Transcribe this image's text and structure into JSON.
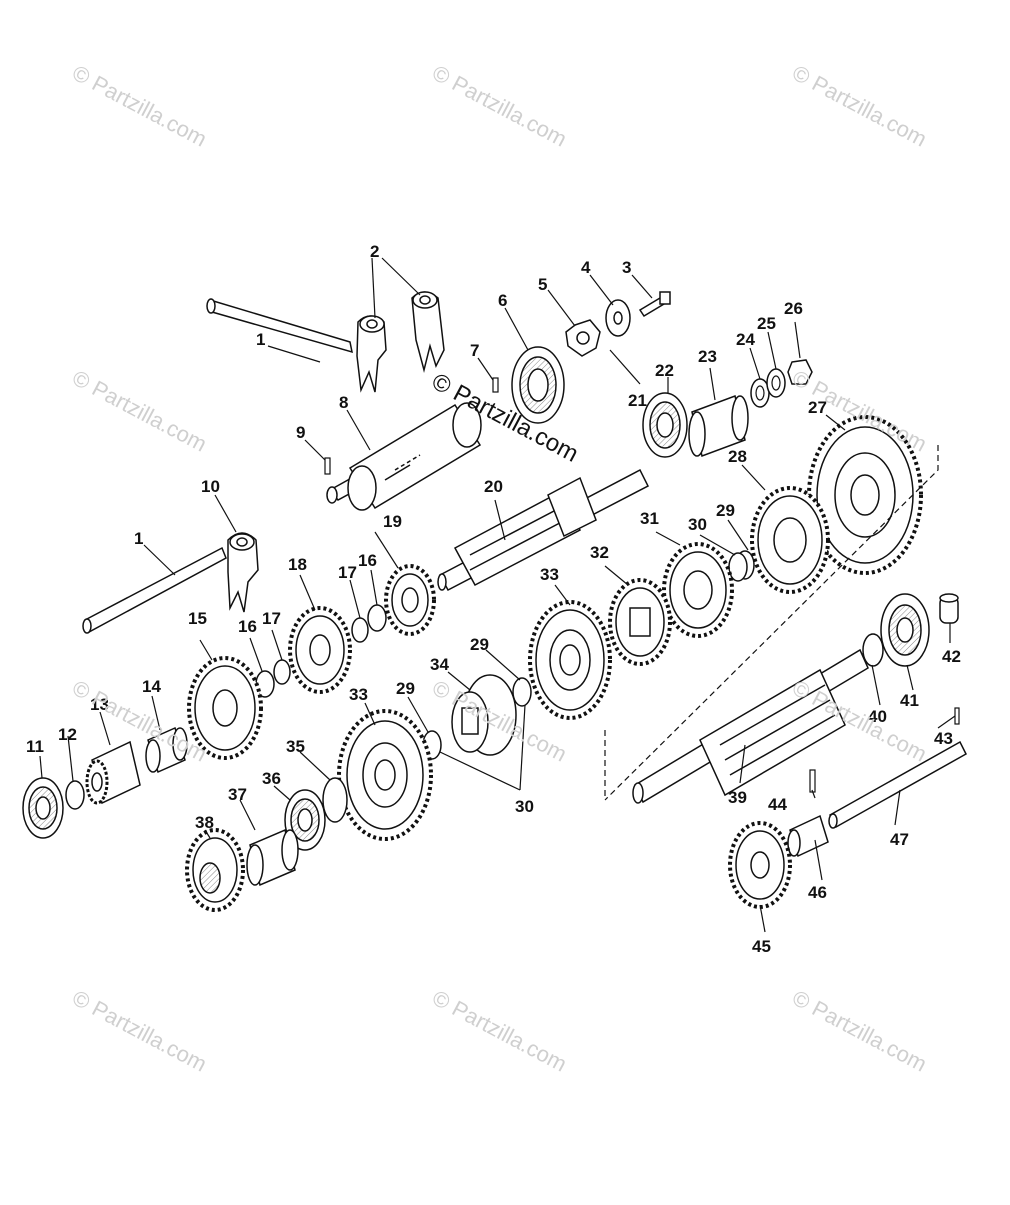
{
  "watermark": "© Partzilla.com",
  "callouts": [
    "1",
    "1",
    "2",
    "3",
    "4",
    "5",
    "6",
    "7",
    "8",
    "9",
    "10",
    "11",
    "12",
    "13",
    "14",
    "15",
    "16",
    "16",
    "17",
    "17",
    "18",
    "19",
    "20",
    "21",
    "22",
    "23",
    "24",
    "25",
    "26",
    "27",
    "28",
    "29",
    "29",
    "29",
    "30",
    "30",
    "31",
    "32",
    "33",
    "33",
    "34",
    "35",
    "36",
    "37",
    "38",
    "39",
    "40",
    "41",
    "42",
    "43",
    "44",
    "45",
    "46",
    "47"
  ]
}
